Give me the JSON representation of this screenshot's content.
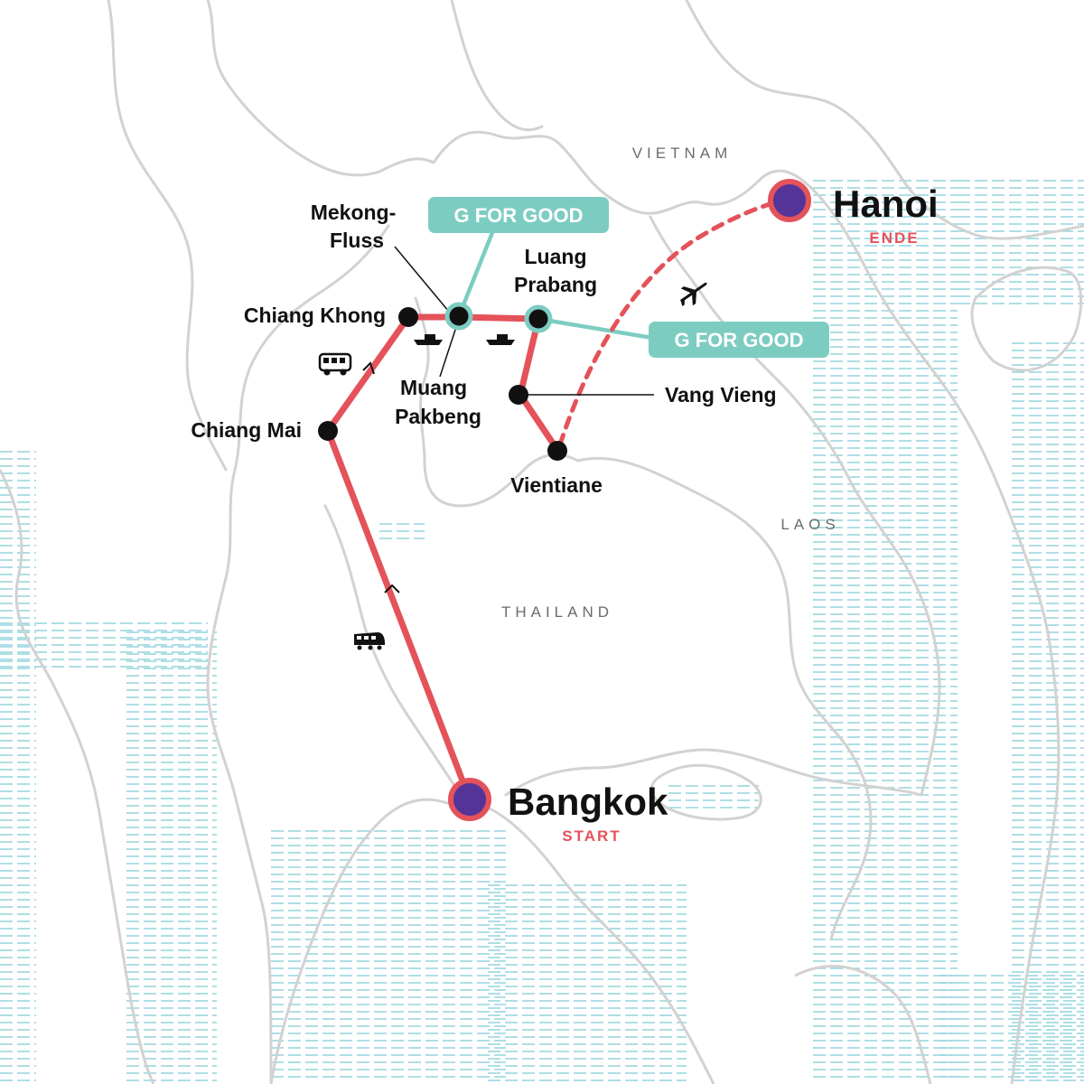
{
  "countries": {
    "vietnam": "VIETNAM",
    "laos": "LAOS",
    "thailand": "THAILAND"
  },
  "cities": {
    "bangkok": {
      "name": "Bangkok",
      "tag": "START"
    },
    "hanoi": {
      "name": "Hanoi",
      "tag": "ENDE"
    },
    "chiang_mai": "Chiang Mai",
    "chiang_khong": "Chiang Khong",
    "muang_pakbeng": [
      "Muang",
      "Pakbeng"
    ],
    "luang_prabang": [
      "Luang",
      "Prabang"
    ],
    "vang_vieng": "Vang Vieng",
    "vientiane": "Vientiane"
  },
  "river": [
    "Mekong-",
    "Fluss"
  ],
  "g_for_good": "G FOR GOOD",
  "transport_icons": [
    "bus-icon",
    "train-icon",
    "boat-icon",
    "boat-icon",
    "plane-icon"
  ],
  "colors": {
    "route": "#e4525a",
    "g_for_good": "#7dccc2",
    "start_end_dot": "#55349a",
    "water": "#93d3dd",
    "border": "#d2d2d2"
  }
}
